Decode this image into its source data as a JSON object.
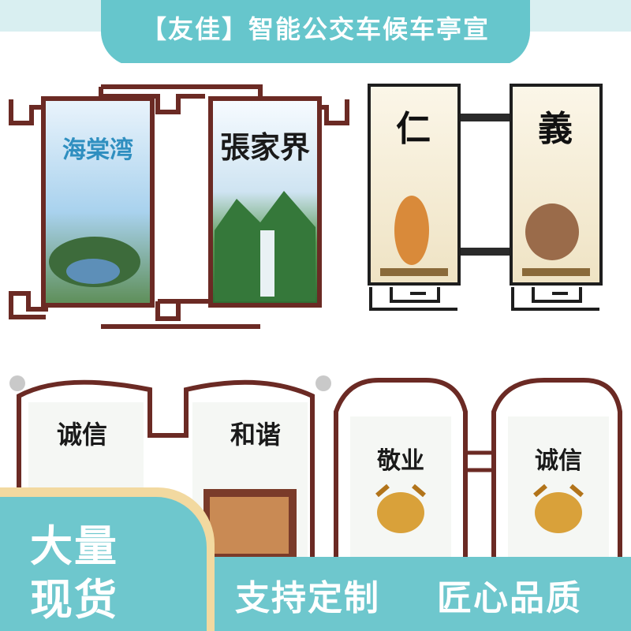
{
  "header": {
    "title": "【友佳】智能公交车候车亭宣"
  },
  "products": {
    "item1": {
      "left_panel": "海棠湾",
      "right_panel": "張家界"
    },
    "item2": {
      "left_panel": "仁",
      "right_panel": "義"
    },
    "item3": {
      "left_panel": "诚信",
      "right_panel": "和谐"
    },
    "item4": {
      "left_panel": "敬业",
      "right_panel": "诚信"
    }
  },
  "badge": {
    "line1": "大量",
    "line2": "现货"
  },
  "footer": {
    "slogan_1": "支持定制",
    "slogan_2": "匠心品质"
  },
  "colors": {
    "accent_teal": "#6ec7cd",
    "frame_brown": "#6b2a24",
    "badge_gold": "#f2d9a0"
  }
}
